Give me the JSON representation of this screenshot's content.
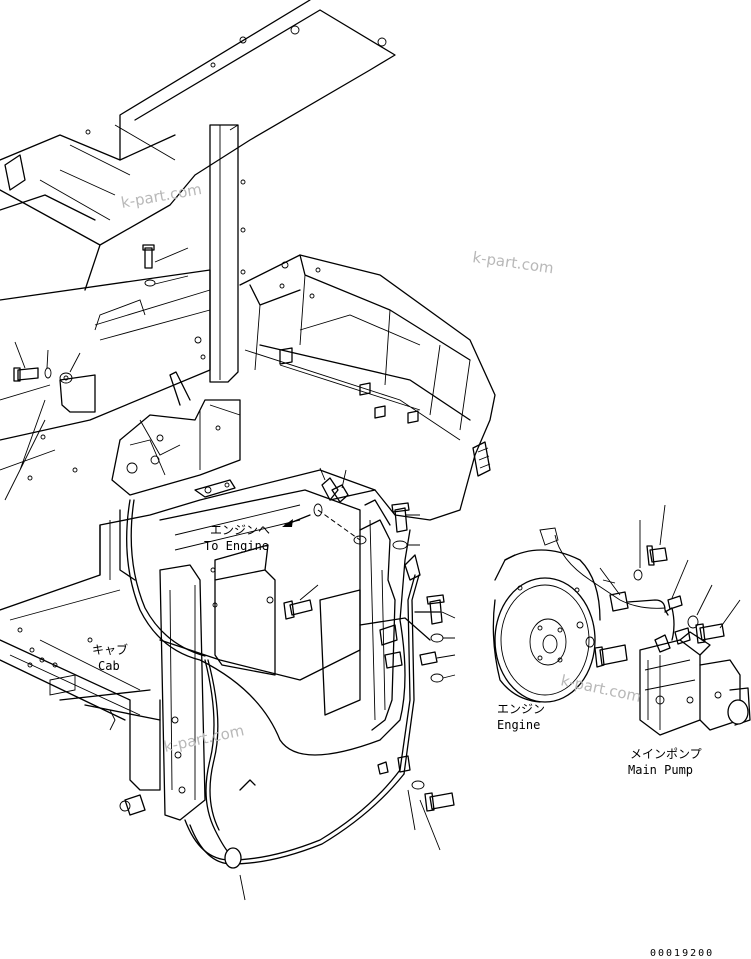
{
  "labels": {
    "to_engine_jp": "エンジンへ",
    "to_engine_en": "To Engine",
    "cab_jp": "キャブ",
    "cab_en": "Cab",
    "engine_jp": "エンジン",
    "engine_en": "Engine",
    "main_pump_jp": "メインポンプ",
    "main_pump_en": "Main Pump"
  },
  "watermarks": [
    "k-part.com",
    "k-part.com",
    "k-part.com",
    "k-part.com"
  ],
  "drawing_code": "00019200"
}
